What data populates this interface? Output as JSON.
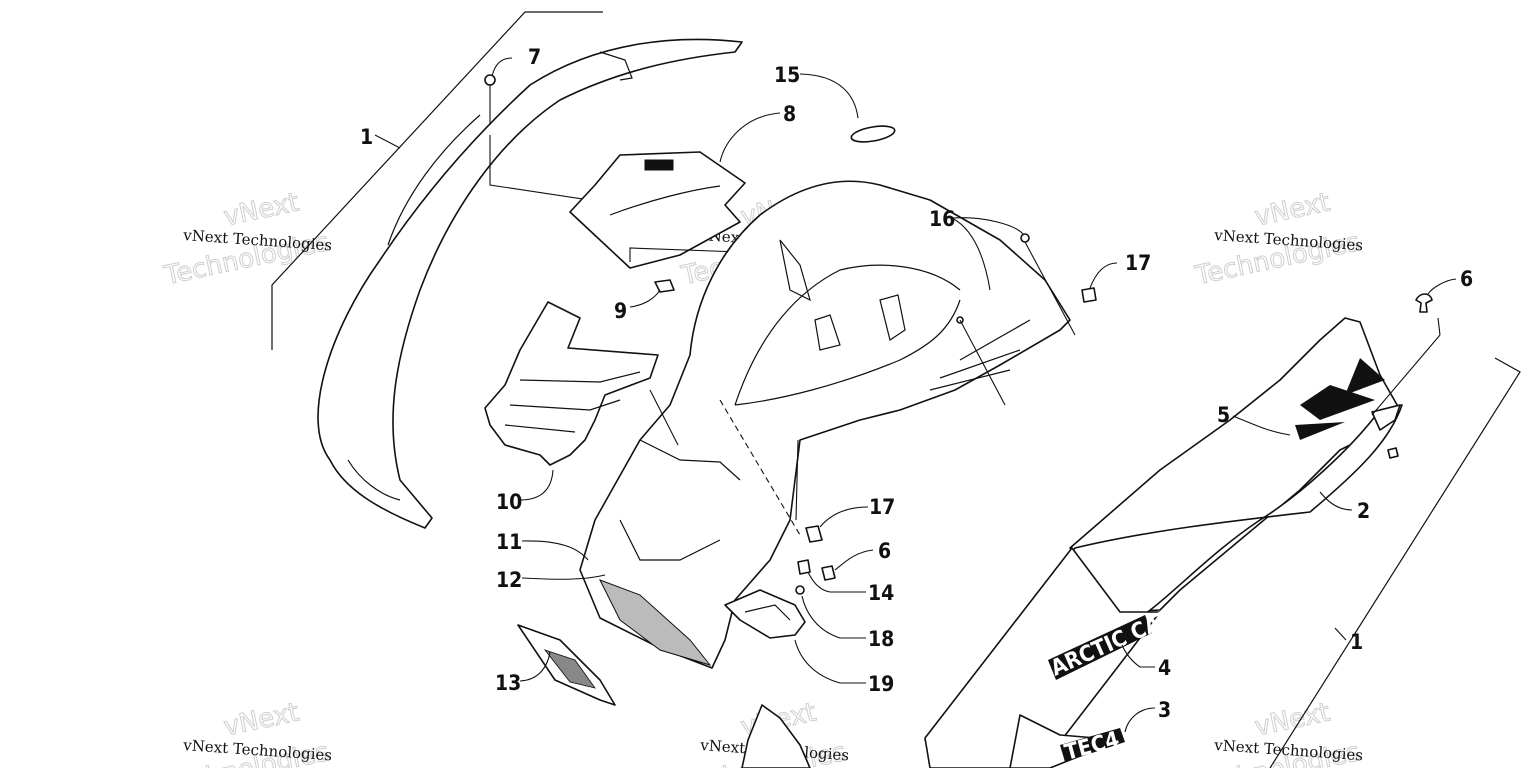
{
  "watermarks": [
    {
      "line1": "vNext Technologies",
      "line2": "vNext",
      "line3": "Technologies"
    },
    {
      "line1": "vNext Technologies",
      "line2": "vNext",
      "line3": "Technologies"
    },
    {
      "line1": "vNext Technologies",
      "line2": "vNext",
      "line3": "Technologies"
    },
    {
      "line1": "vNext Technologies",
      "line2": "vNext",
      "line3": "Technologies"
    },
    {
      "line1": "vNext Technologies",
      "line2": "vNext",
      "line3": "Technologies"
    },
    {
      "line1": "vNext Technologies",
      "line2": "vNext",
      "line3": "Technologies"
    }
  ],
  "callouts": {
    "c1_left": "1",
    "c7": "7",
    "c15": "15",
    "c8": "8",
    "c16": "16",
    "c17_top": "17",
    "c6_right": "6",
    "c9": "9",
    "c5": "5",
    "c2": "2",
    "c10": "10",
    "c17_mid": "17",
    "c11": "11",
    "c6_mid": "6",
    "c12": "12",
    "c14": "14",
    "c18": "18",
    "c13": "13",
    "c19": "19",
    "c1_right": "1",
    "c4": "4",
    "c3": "3"
  },
  "decals": {
    "brand": "ARCTIC CAT",
    "model": "TEC4"
  }
}
